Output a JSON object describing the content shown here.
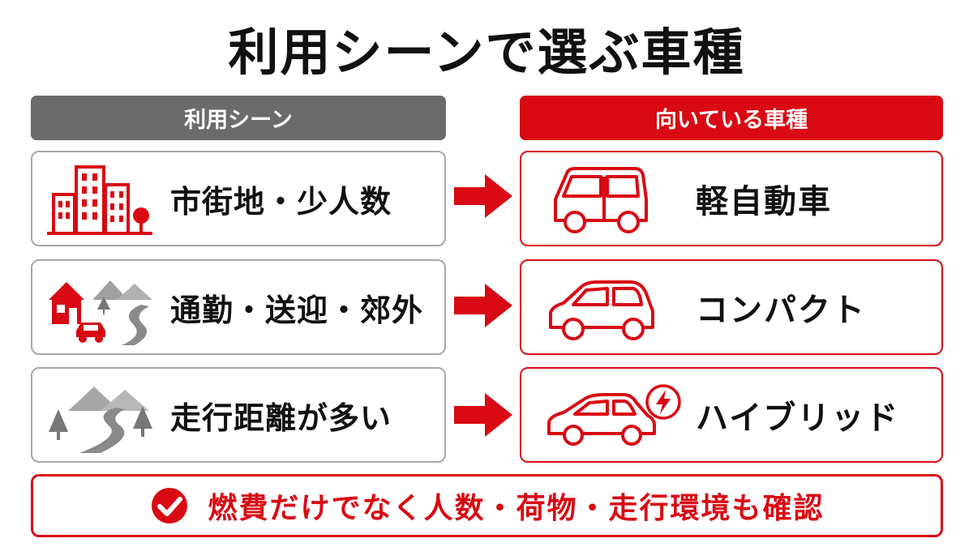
{
  "title": "利用シーンで選ぶ車種",
  "headers": {
    "scene": "利用シーン",
    "vehicle": "向いている車種"
  },
  "rows": [
    {
      "scene": "市街地・少人数",
      "scene_icon": "city-buildings-icon",
      "vehicle": "軽自動車",
      "vehicle_icon": "kei-car-icon"
    },
    {
      "scene": "通勤・送迎・郊外",
      "scene_icon": "house-road-car-icon",
      "vehicle": "コンパクト",
      "vehicle_icon": "compact-car-icon"
    },
    {
      "scene": "走行距離が多い",
      "scene_icon": "mountain-road-icon",
      "vehicle": "ハイブリッド",
      "vehicle_icon": "hybrid-car-icon"
    }
  ],
  "note": "燃費だけでなく人数・荷物・走行環境も確認",
  "colors": {
    "accent": "#d90a14",
    "gray_header": "#6b6b6b",
    "gray_border": "#a8a8a8"
  }
}
